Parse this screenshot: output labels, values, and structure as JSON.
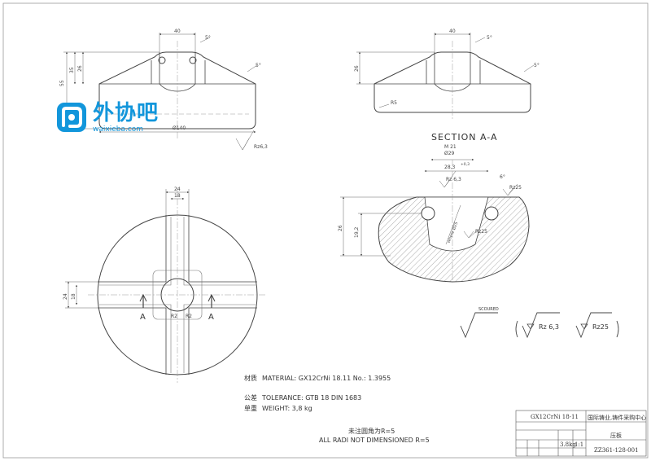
{
  "logo": {
    "name_cn": "外协吧",
    "url": "waixieba.com"
  },
  "views": {
    "section_title": "SECTION A-A",
    "section_arrow_label": "A"
  },
  "dimensions": {
    "top_width": "40",
    "angle": "5°",
    "height_55": "55",
    "height_35": "35",
    "height_26": "26",
    "dia_140": "Ø140",
    "radius_r5": "R5",
    "rz_63": "Rz6,3",
    "m21": "M 21",
    "dia_29": "Ø29",
    "depth_283": "28,3",
    "tol_03": "+0,3",
    "sec_rz_63": "Rz 6,3",
    "sec_angle_6": "6°",
    "sec_rz25_a": "Rz25",
    "sec_rz25_b": "Rz25",
    "sec_26": "26",
    "sec_192": "19,2",
    "sec_where": "where Ø25",
    "plan_24": "24",
    "plan_18": "18",
    "plan_side_24": "24",
    "plan_side_18": "18",
    "plan_r2": "R2",
    "plan_r2b": "R2"
  },
  "roughness": {
    "scoured": "SCOURED",
    "rz63": "Rz 6,3",
    "rz25": "Rz25"
  },
  "notes": {
    "material_cn": "材质",
    "material": "MATERIAL: GX12CrNi 18.11 No.: 1.3955",
    "tolerance_cn": "公差",
    "tolerance": "TOLERANCE: GTB 18 DIN 1683",
    "weight_cn": "单重",
    "weight": "WEIGHT: 3,8 kg",
    "radii_cn": "未注圆角为R=5",
    "radii": "ALL RADI NOT DIMENSIONED R=5"
  },
  "title_block": {
    "material": "GX12CrNi 18-11",
    "company": "国际铸业,铸件采购中心",
    "part_name": "压板",
    "drawing_no": "ZZ361-128-001",
    "weight": "3.8kg",
    "scale": "1:1"
  }
}
